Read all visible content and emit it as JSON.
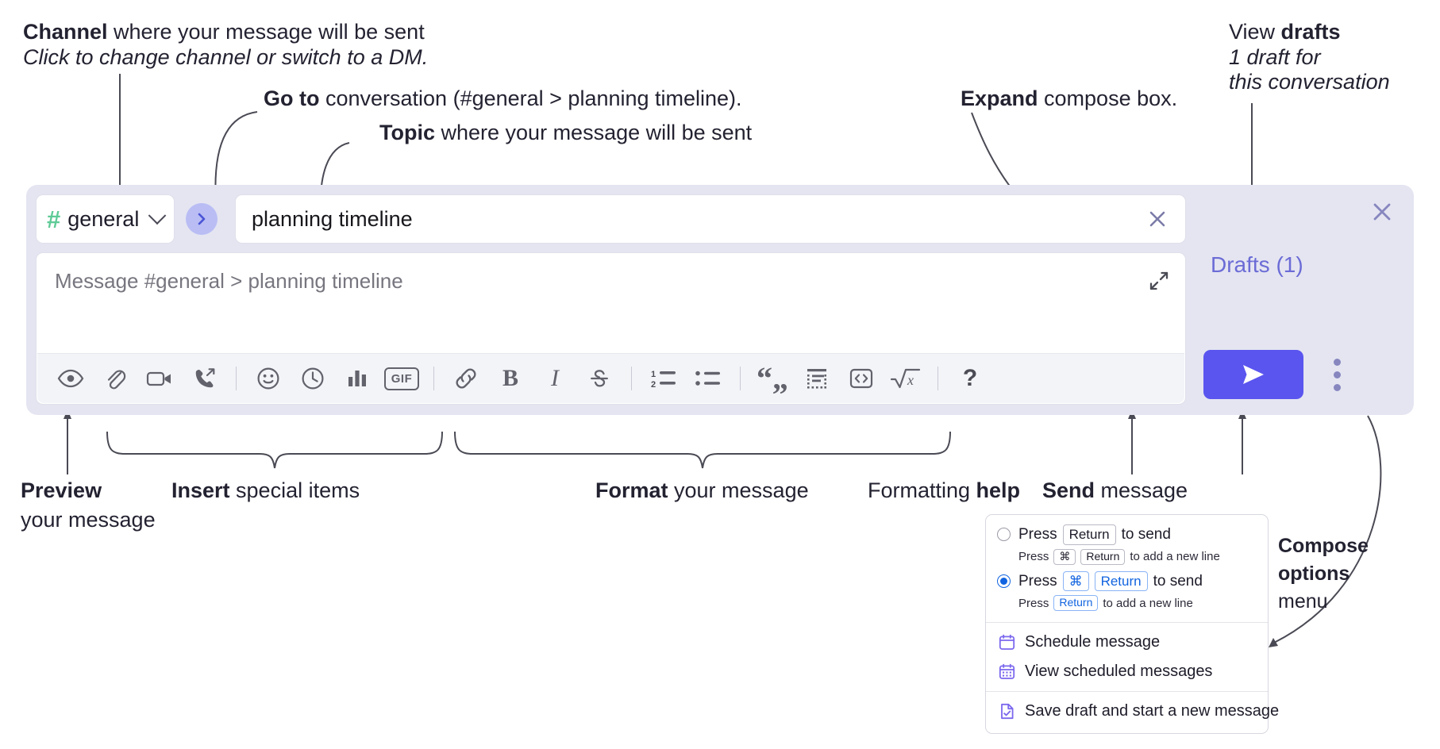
{
  "annotations": {
    "channel": {
      "bold": "Channel",
      "rest": " where your message will be sent",
      "italic": "Click to change channel or switch to a DM."
    },
    "goto": {
      "bold": "Go to",
      "rest": " conversation (#general > planning timeline)."
    },
    "topic": {
      "bold": "Topic",
      "rest": " where your message will be sent"
    },
    "expand": {
      "bold": "Expand",
      "rest": " compose box."
    },
    "drafts": {
      "bold_lead": "View ",
      "bold": "drafts",
      "italic1": "1 draft for",
      "italic2": "this conversation"
    },
    "preview": {
      "bold": "Preview",
      "rest": "your message"
    },
    "insert": {
      "bold": "Insert",
      "rest": " special items"
    },
    "format": {
      "bold": "Format",
      "rest": " your message"
    },
    "formatting_help": {
      "lead": "Formatting ",
      "bold": "help"
    },
    "send": {
      "bold": "Send",
      "rest": " message"
    },
    "compose_options": {
      "bold1": "Compose",
      "bold2": "options",
      "rest": "menu"
    }
  },
  "compose": {
    "channel": {
      "hash": "#",
      "name": "general",
      "dropdown_icon": "chevron-down-icon"
    },
    "goto_button": {
      "icon": "chevron-right-icon"
    },
    "topic": {
      "value": "planning timeline",
      "clear_icon": "close-icon"
    },
    "message": {
      "placeholder": "Message #general > planning timeline",
      "value": ""
    },
    "expand_icon": "expand-diagonal-icon",
    "drafts_label": "Drafts (1)",
    "send_icon": "send-paper-plane-icon",
    "options_icon": "kebab-vertical-icon",
    "close_icon": "close-icon",
    "toolbar": [
      {
        "name": "preview-button",
        "icon": "eye-icon",
        "label": "Preview"
      },
      {
        "name": "attachment-button",
        "icon": "paperclip-icon",
        "label": "Attach file"
      },
      {
        "name": "video-clip-button",
        "icon": "video-camera-icon",
        "label": "Record video clip"
      },
      {
        "name": "audio-clip-button",
        "icon": "phone-arrow-icon",
        "label": "Record audio clip"
      },
      {
        "name": "separator-1",
        "icon": "divider",
        "label": ""
      },
      {
        "name": "emoji-button",
        "icon": "smiley-icon",
        "label": "Emoji"
      },
      {
        "name": "reminder-button",
        "icon": "clock-icon",
        "label": "Reminder"
      },
      {
        "name": "poll-button",
        "icon": "bar-chart-icon",
        "label": "Poll"
      },
      {
        "name": "gif-button",
        "icon": "gif-icon",
        "label": "GIF"
      },
      {
        "name": "separator-2",
        "icon": "divider",
        "label": ""
      },
      {
        "name": "link-button",
        "icon": "link-icon",
        "label": "Link"
      },
      {
        "name": "bold-button",
        "icon": "bold-icon",
        "label": "B"
      },
      {
        "name": "italic-button",
        "icon": "italic-icon",
        "label": "I"
      },
      {
        "name": "strikethrough-button",
        "icon": "strikethrough-icon",
        "label": "S"
      },
      {
        "name": "separator-3",
        "icon": "divider",
        "label": ""
      },
      {
        "name": "ordered-list-button",
        "icon": "numbered-list-icon",
        "label": "1 2"
      },
      {
        "name": "bulleted-list-button",
        "icon": "bulleted-list-icon",
        "label": ""
      },
      {
        "name": "separator-4",
        "icon": "divider",
        "label": ""
      },
      {
        "name": "blockquote-button",
        "icon": "quote-icon",
        "label": ""
      },
      {
        "name": "code-block-button",
        "icon": "code-block-icon",
        "label": ""
      },
      {
        "name": "inline-code-button",
        "icon": "code-brackets-icon",
        "label": "<>"
      },
      {
        "name": "latex-button",
        "icon": "square-root-x-icon",
        "label": "√x"
      },
      {
        "name": "separator-5",
        "icon": "divider",
        "label": ""
      },
      {
        "name": "formatting-help-button",
        "icon": "question-mark-icon",
        "label": "?"
      }
    ],
    "gif_label": "GIF",
    "bold_label": "B",
    "italic_label": "I",
    "strike_label": "S",
    "help_label": "?"
  },
  "options_menu": {
    "send_option_1": {
      "selected": false,
      "main_pre": "Press",
      "main_key": "Return",
      "main_post": "to send",
      "sub_pre": "Press",
      "sub_key1": "⌘",
      "sub_key2": "Return",
      "sub_post": "to add a new line"
    },
    "send_option_2": {
      "selected": true,
      "main_pre": "Press",
      "main_key1": "⌘",
      "main_key2": "Return",
      "main_post": "to send",
      "sub_pre": "Press",
      "sub_key": "Return",
      "sub_post": "to add a new line"
    },
    "items": [
      {
        "label": "Schedule message",
        "icon": "calendar-icon"
      },
      {
        "label": "View scheduled messages",
        "icon": "calendar-grid-icon"
      },
      {
        "label": "Save draft and start a new message",
        "icon": "document-check-icon"
      }
    ]
  },
  "colors": {
    "panel_bg": "#e4e5f1",
    "accent_send": "#5a55ef",
    "drafts_text": "#6b6bd6",
    "hash_green": "#5ecb96",
    "goto_circle": "#b9bdf4",
    "radio_blue": "#1264e0"
  }
}
